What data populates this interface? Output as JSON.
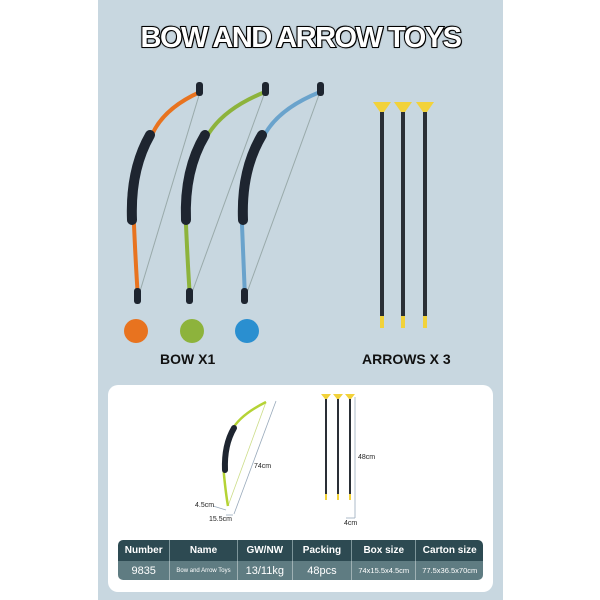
{
  "title": "BOW AND ARROW TOYS",
  "bow_label": "BOW  X1",
  "arrows_label": "ARROWS  X 3",
  "colors": {
    "orange": "#e8731f",
    "green": "#8db33c",
    "blue": "#2a8fd0",
    "arrow_tip": "#f2d23a"
  },
  "dimensions": {
    "bow_length": "74cm",
    "bow_width": "15.5cm",
    "bow_depth": "4.5cm",
    "arrow_length": "48cm",
    "arrow_width": "4cm"
  },
  "table": {
    "headers": [
      "Number",
      "Name",
      "GW/NW",
      "Packing",
      "Box size",
      "Carton size"
    ],
    "row": [
      "9835",
      "Bow and Arrow Toys",
      "13/11kg",
      "48pcs",
      "74x15.5x4.5cm",
      "77.5x36.5x70cm"
    ]
  }
}
